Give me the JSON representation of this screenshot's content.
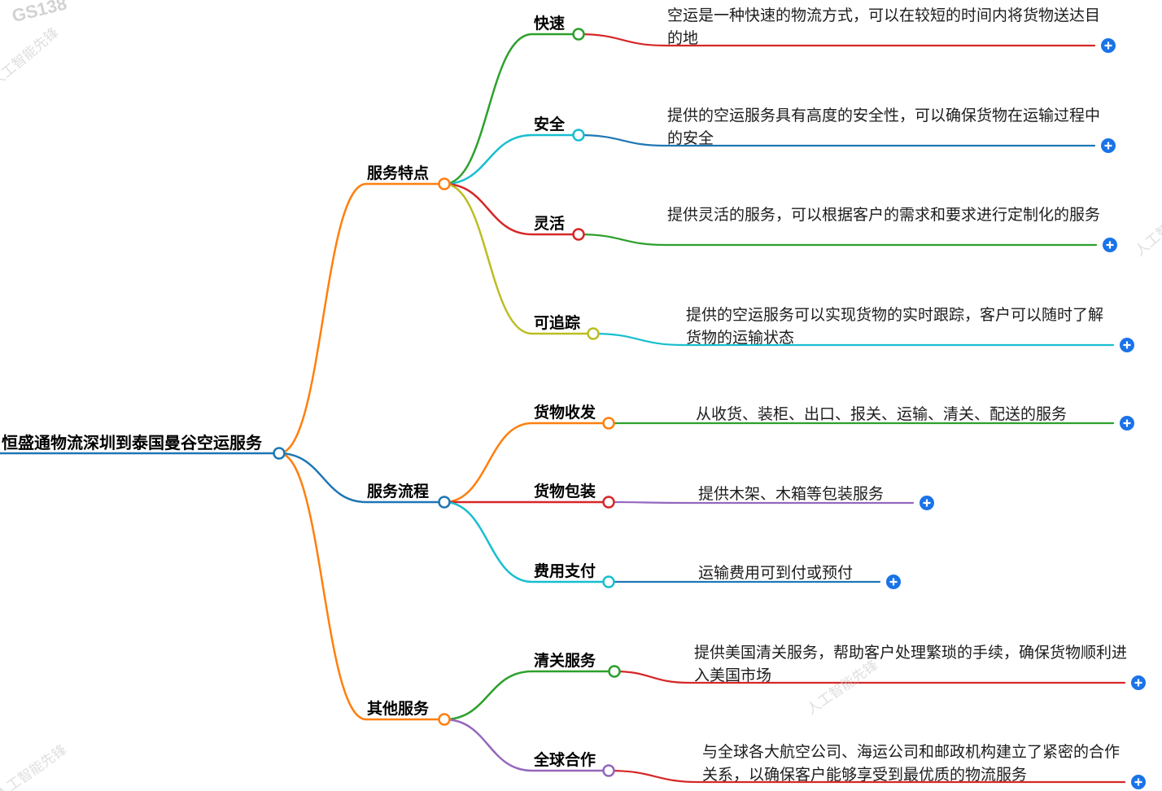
{
  "palette": {
    "blue": "#1f77b4",
    "orange": "#ff7f0e",
    "green": "#2ca02c",
    "red": "#d62728",
    "purple": "#9467bd",
    "olive": "#bcbd22",
    "cyan": "#17becf",
    "plus": "#1a73e8",
    "plus_glyph": "#ffffff"
  },
  "root": {
    "label": "恒盛通物流深圳到泰国曼谷空运服务"
  },
  "branches": [
    {
      "label": "服务特点",
      "children": [
        {
          "label": "快速",
          "desc": "空运是一种快速的物流方式，可以在较短的时间内将货物送达目的地"
        },
        {
          "label": "安全",
          "desc": "提供的空运服务具有高度的安全性，可以确保货物在运输过程中的安全"
        },
        {
          "label": "灵活",
          "desc": "提供灵活的服务，可以根据客户的需求和要求进行定制化的服务"
        },
        {
          "label": "可追踪",
          "desc": "提供的空运服务可以实现货物的实时跟踪，客户可以随时了解货物的运输状态"
        }
      ]
    },
    {
      "label": "服务流程",
      "children": [
        {
          "label": "货物收发",
          "desc": "从收货、装柜、出口、报关、运输、清关、配送的服务"
        },
        {
          "label": "货物包装",
          "desc": "提供木架、木箱等包装服务"
        },
        {
          "label": "费用支付",
          "desc": "运输费用可到付或预付"
        }
      ]
    },
    {
      "label": "其他服务",
      "children": [
        {
          "label": "清关服务",
          "desc": "提供美国清关服务，帮助客户处理繁琐的手续，确保货物顺利进入美国市场"
        },
        {
          "label": "全球合作",
          "desc": "与全球各大航空公司、海运公司和邮政机构建立了紧密的合作关系，以确保客户能够享受到最优质的物流服务"
        }
      ]
    }
  ],
  "watermarks": [
    {
      "text": "GS138"
    },
    {
      "text": "人工智能先锋"
    },
    {
      "text": "人工智能先锋"
    },
    {
      "text": "人工智能先锋"
    },
    {
      "text": "人工智能先锋"
    }
  ]
}
